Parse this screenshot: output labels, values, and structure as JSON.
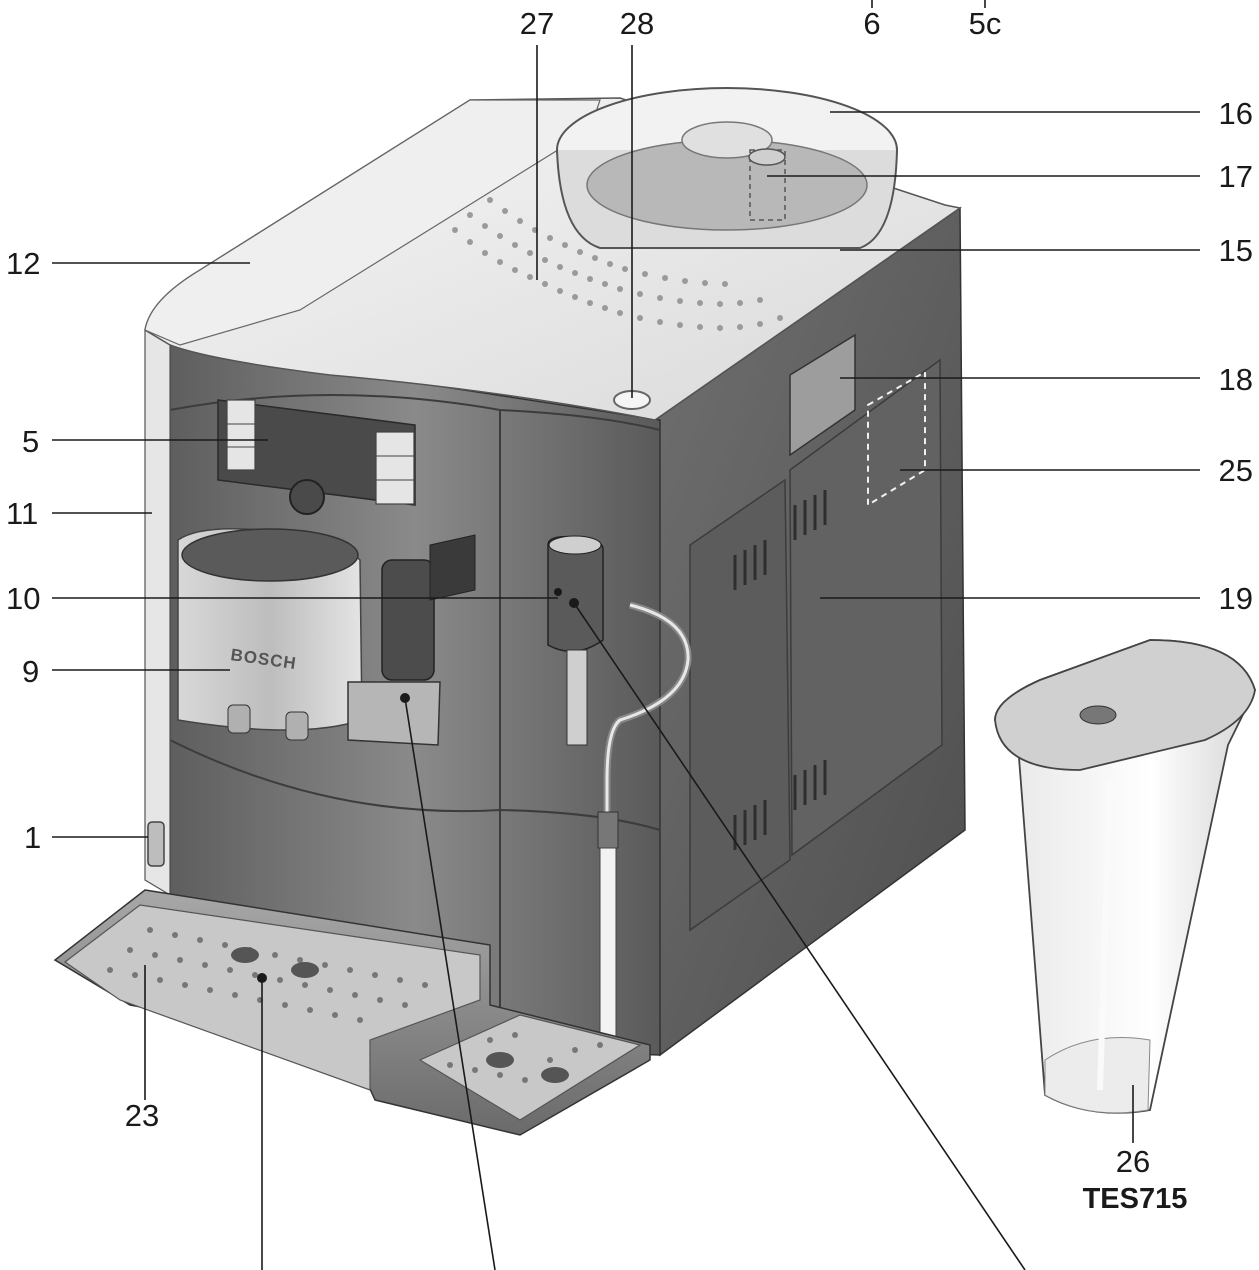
{
  "callouts": {
    "c27": "27",
    "c28": "28",
    "c6": "6",
    "c5c": "5c",
    "c16": "16",
    "c17": "17",
    "c15": "15",
    "c12": "12",
    "c18": "18",
    "c5": "5",
    "c25": "25",
    "c11": "11",
    "c10": "10",
    "c19": "19",
    "c9": "9",
    "c1": "1",
    "c23": "23",
    "c26": "26"
  },
  "model": "TES715",
  "brand_on_machine": "BOSCH",
  "colors": {
    "body_dark": "#6e6e6e",
    "body_mid": "#8c8c8c",
    "top_light": "#ececec",
    "metal": "#c9c9c9",
    "line": "#1a1a1a"
  }
}
